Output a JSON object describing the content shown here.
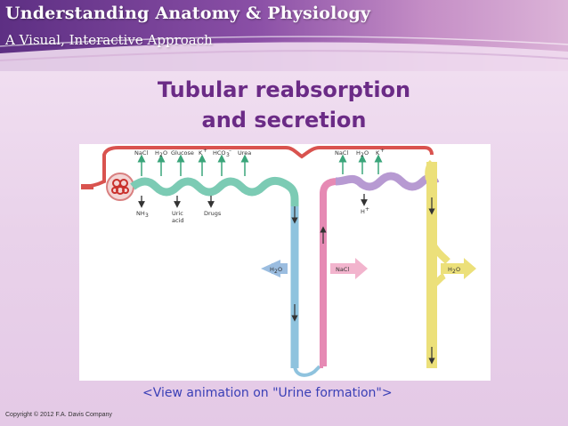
{
  "header": {
    "title": "Understanding Anatomy & Physiology",
    "subtitle": "A Visual, Interactive Approach"
  },
  "slide": {
    "title_line1": "Tubular reabsorption",
    "title_line2": "and secretion",
    "animation_link": "<View animation on \"Urine formation\">",
    "copyright": "Copyright © 2012 F.A. Davis Company"
  },
  "diagram": {
    "reabsorbed_pct": [
      "NaCl",
      "H",
      "O",
      "Glucose",
      "K",
      "+",
      "HCO",
      "3",
      "–",
      "Urea"
    ],
    "pct_nacl": "NaCl",
    "pct_h": "H",
    "pct_2": "2",
    "pct_o": "O",
    "pct_glucose": "Glucose",
    "pct_k": "K",
    "pct_plus": "+",
    "pct_hco": "HCO",
    "pct_3": "3",
    "pct_minus": "–",
    "pct_urea": "Urea",
    "sec_nh": "NH",
    "sec_3": "3",
    "sec_uric1": "Uric",
    "sec_uric2": "acid",
    "sec_drugs": "Drugs",
    "dct_nacl": "NaCl",
    "dct_h": "H",
    "dct_2": "2",
    "dct_o": "O",
    "dct_k": "K",
    "dct_plus": "+",
    "dct_hplus": "H",
    "dct_hplus_sup": "+",
    "loop_h": "H",
    "loop_2": "2",
    "loop_o": "O",
    "loop_nacl": "NaCl",
    "cd_h": "H",
    "cd_2": "2",
    "cd_o": "O",
    "colors": {
      "afferent": "#d9534f",
      "pct": "#7ccbb4",
      "descending": "#8fc3de",
      "ascending": "#e68ab4",
      "dct": "#b79ad2",
      "collecting": "#ece07a",
      "reabsorb_arrow": "#3aa57a",
      "secrete_arrow": "#333333"
    }
  }
}
